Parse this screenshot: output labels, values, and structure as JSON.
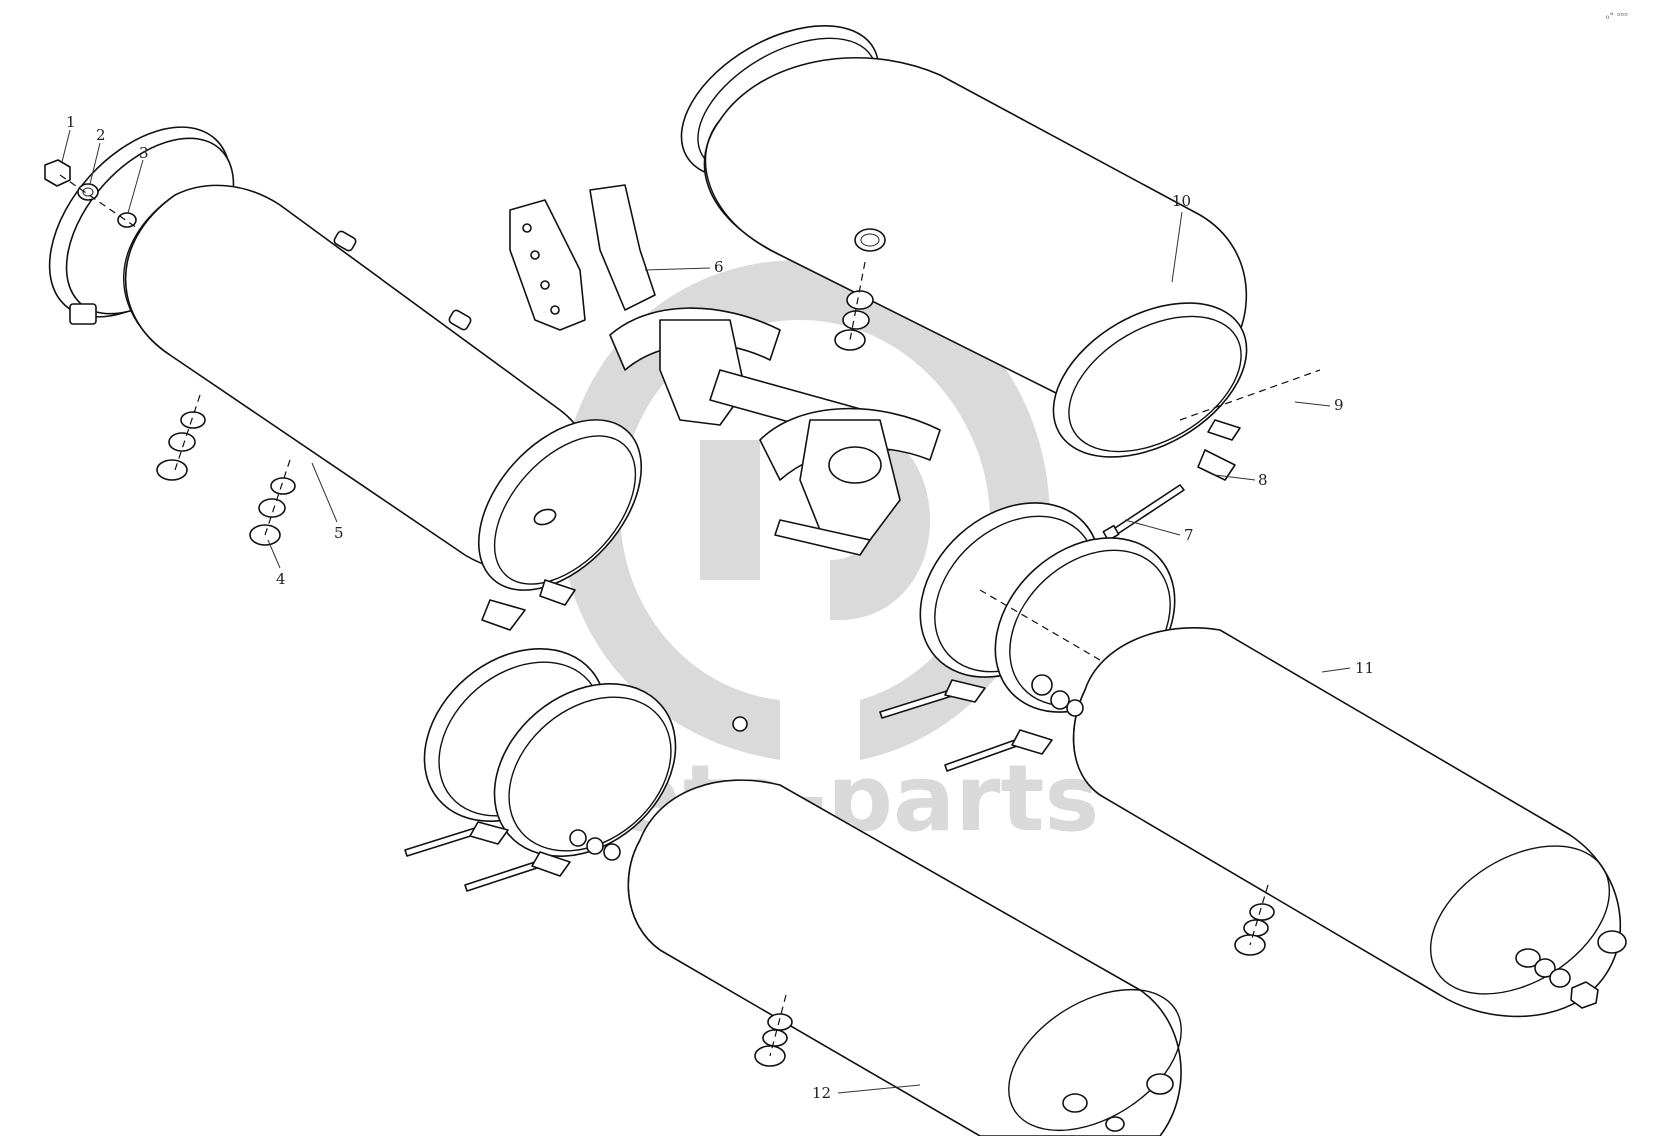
{
  "watermark": {
    "text": "data-parts",
    "color": "#d9d9d9"
  },
  "corner_mark": "ℴ° ᵒᵒᵒ",
  "callouts": [
    {
      "id": "c1",
      "label": "1"
    },
    {
      "id": "c2",
      "label": "2"
    },
    {
      "id": "c3",
      "label": "3"
    },
    {
      "id": "c4",
      "label": "4"
    },
    {
      "id": "c5",
      "label": "5"
    },
    {
      "id": "c6",
      "label": "6"
    },
    {
      "id": "c7",
      "label": "7"
    },
    {
      "id": "c8",
      "label": "8"
    },
    {
      "id": "c9",
      "label": "9"
    },
    {
      "id": "c10",
      "label": "10"
    },
    {
      "id": "c11",
      "label": "11"
    },
    {
      "id": "c12",
      "label": "12"
    }
  ],
  "colors": {
    "line": "#111111",
    "background": "#ffffff"
  }
}
